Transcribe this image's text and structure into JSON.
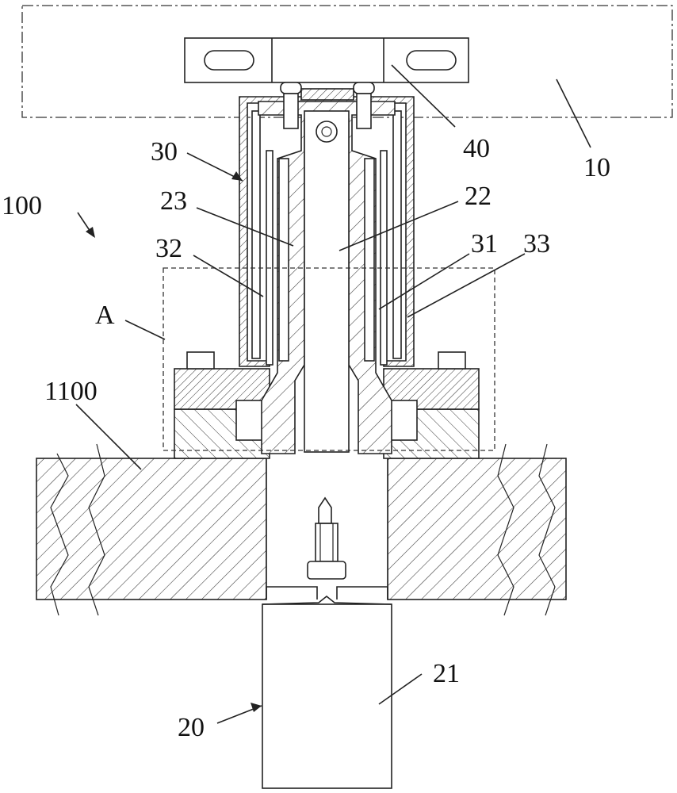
{
  "figure": {
    "labels": {
      "l10": "10",
      "l20": "20",
      "l21": "21",
      "l22": "22",
      "l23": "23",
      "l30": "30",
      "l31": "31",
      "l32": "32",
      "l33": "33",
      "l40": "40",
      "l100": "100",
      "l1100": "1100",
      "lA": "A"
    },
    "colors": {
      "line": "#222222",
      "background": "#ffffff"
    }
  }
}
